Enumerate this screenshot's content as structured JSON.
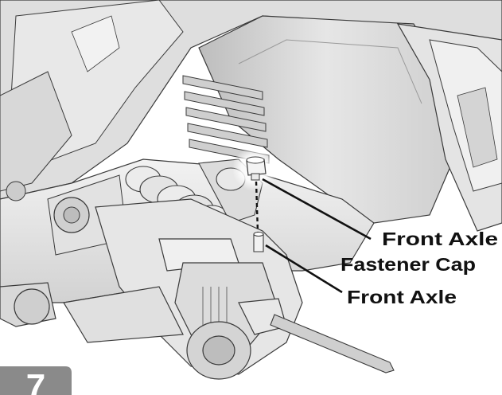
{
  "callouts": {
    "fastener_cap_line1": "Front Axle",
    "fastener_cap_line2": "Fastener Cap",
    "front_axle": "Front Axle"
  },
  "step": {
    "number": "7"
  },
  "colors": {
    "body_light": "#ececec",
    "body_mid": "#d6d6d6",
    "body_shadow": "#bdbdbd",
    "outline": "#3a3a3a",
    "step_badge": "#8a8a8a",
    "text": "#111111"
  }
}
